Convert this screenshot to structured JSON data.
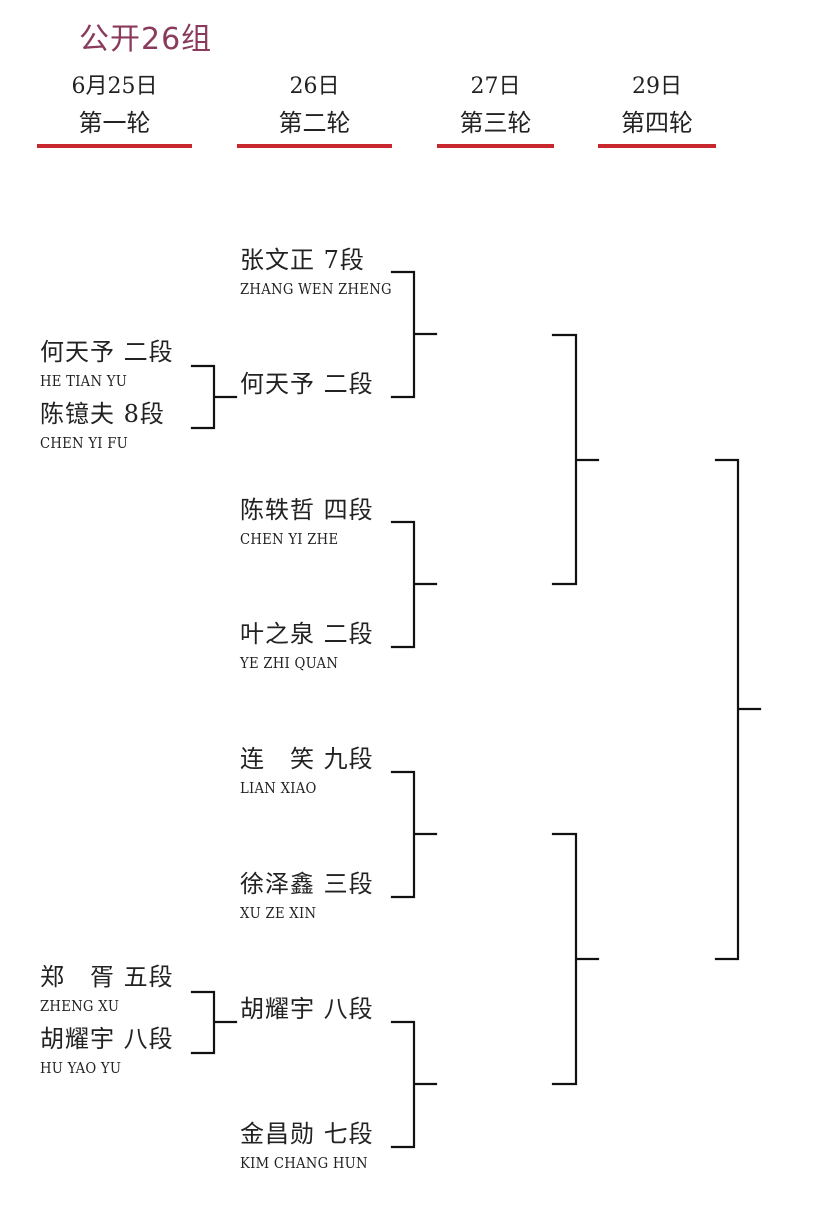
{
  "title": "公开26组",
  "colors": {
    "title": "#8a3a5c",
    "round_underline": "#c8282d",
    "lines": "#111111"
  },
  "rounds": [
    {
      "date": "6月25日",
      "name": "第一轮"
    },
    {
      "date": "26日",
      "name": "第二轮"
    },
    {
      "date": "27日",
      "name": "第三轮"
    },
    {
      "date": "29日",
      "name": "第四轮"
    }
  ],
  "round1": [
    {
      "cn": "何天予 二段",
      "py": "HE TIAN YU"
    },
    {
      "cn": "陈镱夫 8段",
      "py": "CHEN YI FU"
    },
    {
      "cn": "郑　胥 五段",
      "py": "ZHENG XU"
    },
    {
      "cn": "胡耀宇 八段",
      "py": "HU YAO YU"
    }
  ],
  "round2": [
    {
      "cn": "张文正 7段",
      "py": "ZHANG WEN ZHENG"
    },
    {
      "cn": "何天予 二段",
      "py": ""
    },
    {
      "cn": "陈轶哲 四段",
      "py": "CHEN YI ZHE"
    },
    {
      "cn": "叶之泉 二段",
      "py": "YE ZHI QUAN"
    },
    {
      "cn": "连　笑 九段",
      "py": "LIAN XIAO"
    },
    {
      "cn": "徐泽鑫 三段",
      "py": "XU ZE XIN"
    },
    {
      "cn": "胡耀宇 八段",
      "py": ""
    },
    {
      "cn": "金昌勋 七段",
      "py": "KIM CHANG HUN"
    }
  ]
}
